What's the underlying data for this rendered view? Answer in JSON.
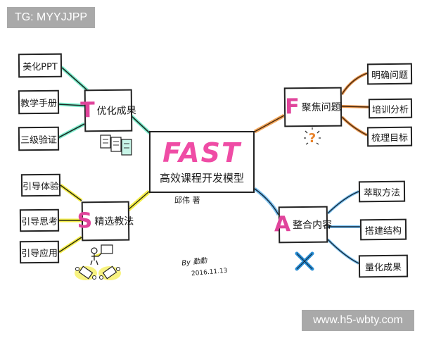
{
  "watermarks": {
    "top_left": "TG: MYYJJPP",
    "bottom_right": "www.h5-wbty.com"
  },
  "center": {
    "title": "FAST",
    "subtitle": "高效课程开发模型",
    "author": "邱伟 著",
    "signature": "By 勤勤",
    "date": "2016.11.13",
    "title_color": "#ef4ca5"
  },
  "branches": [
    {
      "id": "T",
      "letter": "T",
      "label": "优化成果",
      "line_color": "#2fd1a8",
      "children": [
        "美化PPT",
        "教学手册",
        "三级验证"
      ],
      "doodle": "booklets-icon"
    },
    {
      "id": "F",
      "letter": "F",
      "label": "聚焦问题",
      "line_color": "#e07a1f",
      "children": [
        "明确问题",
        "培训分析",
        "梳理目标"
      ],
      "doodle": "question-icon"
    },
    {
      "id": "S",
      "letter": "S",
      "label": "精选教法",
      "line_color": "#f0e21c",
      "children": [
        "引导体验",
        "引导思考",
        "引导应用"
      ],
      "doodle": "classroom-icon"
    },
    {
      "id": "A",
      "letter": "A",
      "label": "整合内容",
      "line_color": "#2a8fd6",
      "children": [
        "萃取方法",
        "搭建结构",
        "量化成果"
      ],
      "doodle": "tools-icon"
    }
  ],
  "colors": {
    "letter": "#e0449b",
    "watermark_bg": "#a9a9a9"
  }
}
